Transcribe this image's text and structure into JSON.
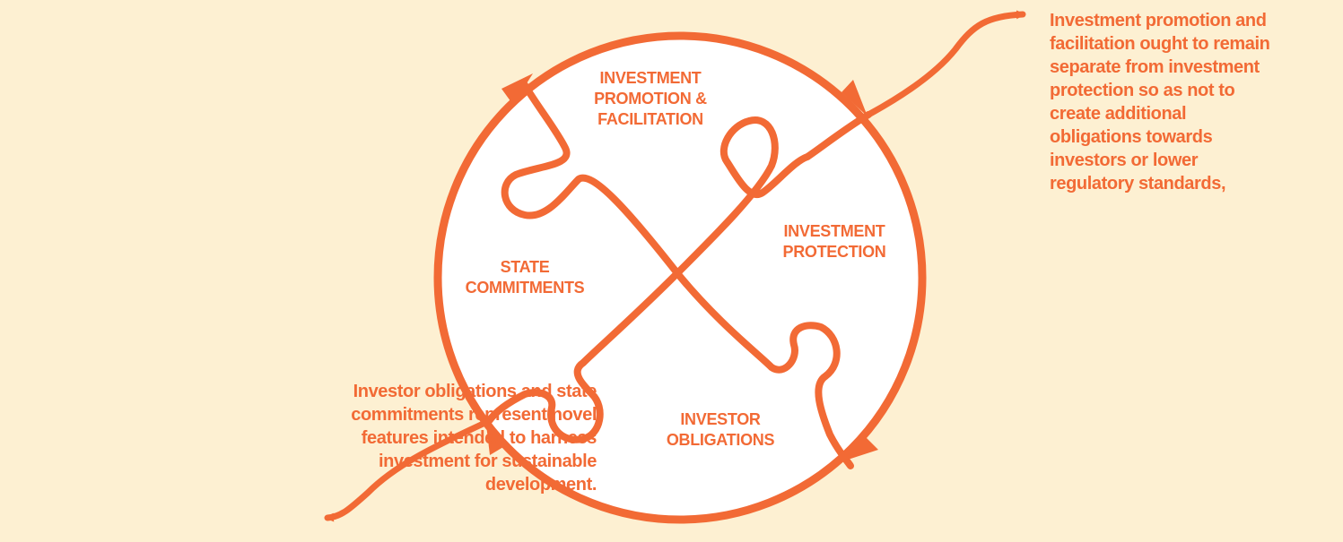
{
  "colors": {
    "background": "#fdf0d2",
    "accent": "#f26a35",
    "circle_fill": "#ffffff"
  },
  "segments": {
    "promotion": "INVESTMENT\nPROMOTION &\nFACILITATION",
    "protection": "INVESTMENT\nPROTECTION",
    "state": "STATE\nCOMMITMENTS",
    "obligations": "INVESTOR\nOBLIGATIONS"
  },
  "notes": {
    "right": "Investment promotion and\nfacilitation ought to remain\nseparate from investment\nprotection so as not to\ncreate additional\nobligations towards\ninvestors or lower\nregulatory standards,",
    "left": "Investor obligations and state\ncommitments represent novel\nfeatures intended to harness\ninvestment for sustainable\ndevelopment."
  }
}
